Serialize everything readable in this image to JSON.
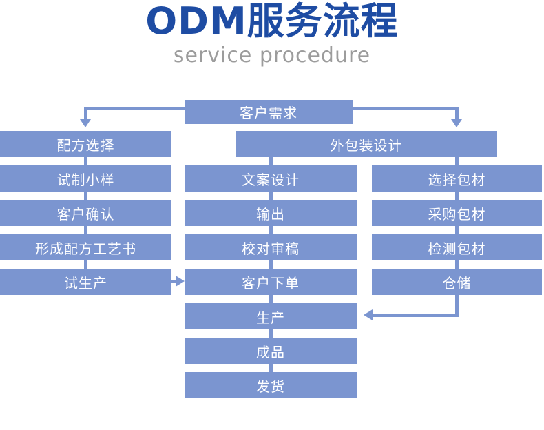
{
  "header": {
    "title": "ODM服务流程",
    "subtitle": "service procedure"
  },
  "colors": {
    "box_fill": "#7b95d0",
    "connector": "#7b95d0",
    "box_text": "#ffffff",
    "title_text": "#1e4ca3",
    "subtitle_text": "#9c9c9c",
    "background": "#ffffff"
  },
  "flowchart": {
    "nodes": {
      "customer_demand": "客户需求",
      "formula_selection": "配方选择",
      "trial_sample": "试制小样",
      "customer_confirmation": "客户确认",
      "formula_process_book": "形成配方工艺书",
      "trial_production": "试生产",
      "outer_packaging_design": "外包装设计",
      "copywriting_design": "文案设计",
      "output": "输出",
      "proofreading_review": "校对审稿",
      "customer_order": "客户下单",
      "production": "生产",
      "finished_product": "成品",
      "shipping": "发货",
      "select_packaging": "选择包材",
      "purchase_packaging": "采购包材",
      "inspect_packaging": "检测包材",
      "warehousing": "仓储"
    }
  }
}
